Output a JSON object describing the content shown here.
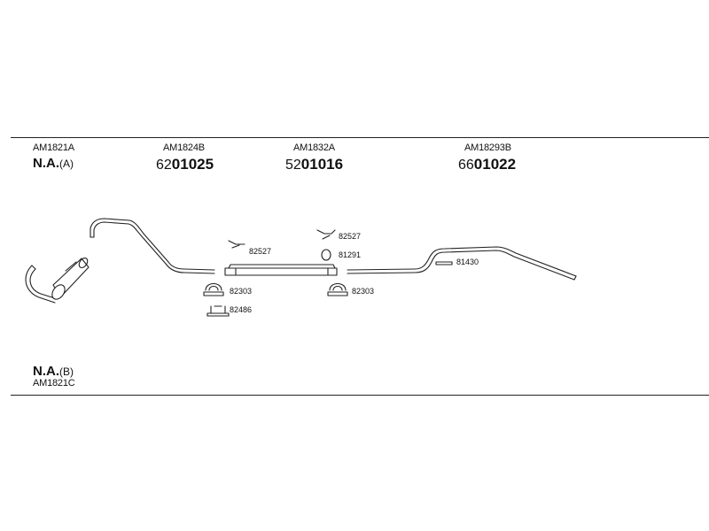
{
  "header": {
    "columns": [
      {
        "code": "AM1821A",
        "na_main": "N.A.",
        "na_sub": "(A)"
      },
      {
        "code": "AM1824B",
        "ref_prefix": "62",
        "ref_main": "01025"
      },
      {
        "code": "AM1832A",
        "ref_prefix": "52",
        "ref_main": "01016"
      },
      {
        "code": "AM18293B",
        "ref_prefix": "66",
        "ref_main": "01022"
      }
    ]
  },
  "parts": {
    "p82527_left": "82527",
    "p82527_right": "82527",
    "p81291": "81291",
    "p82303_left": "82303",
    "p82303_right": "82303",
    "p82486": "82486",
    "p81430": "81430"
  },
  "footer": {
    "na_main": "N.A.",
    "na_sub": "(B)",
    "code": "AM1821C"
  }
}
